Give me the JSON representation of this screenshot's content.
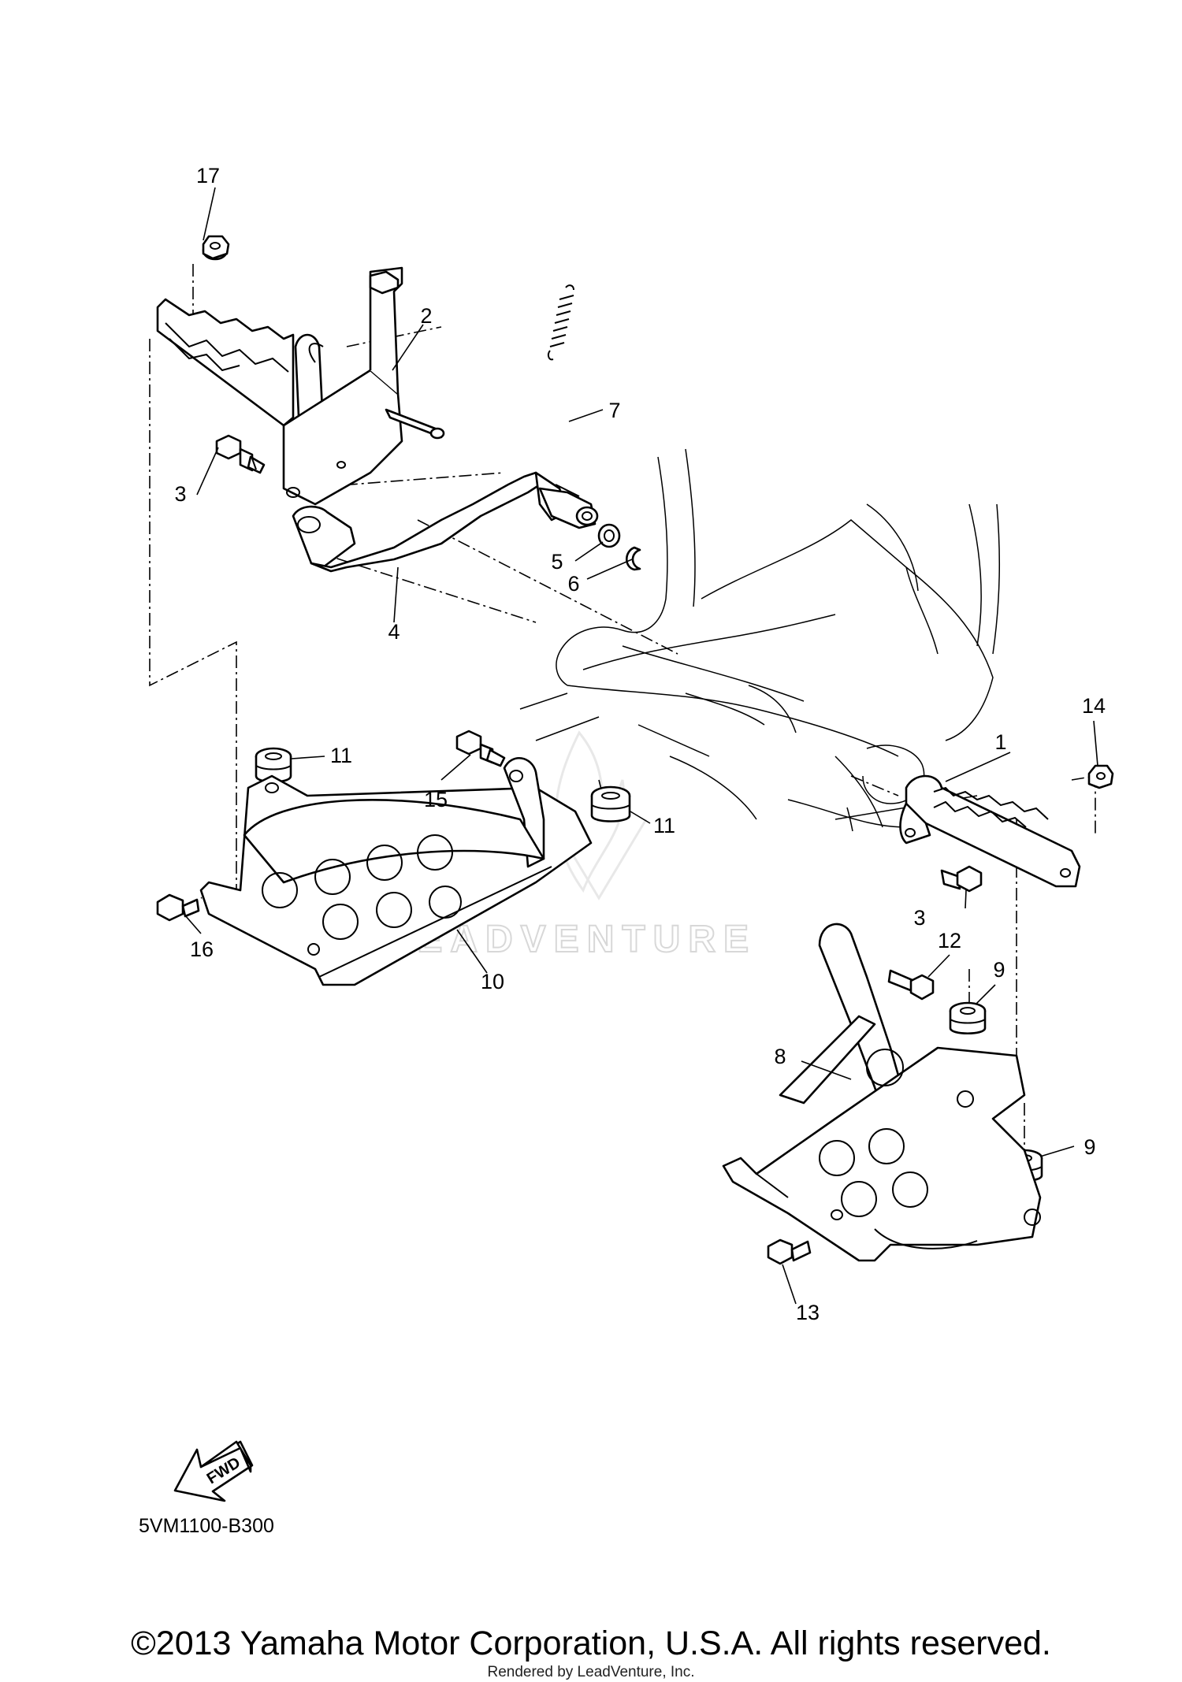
{
  "callouts": {
    "c1": "1",
    "c2": "2",
    "c3a": "3",
    "c3b": "3",
    "c4": "4",
    "c5": "5",
    "c6": "6",
    "c7": "7",
    "c8": "8",
    "c9a": "9",
    "c9b": "9",
    "c10": "10",
    "c11a": "11",
    "c11b": "11",
    "c12": "12",
    "c13": "13",
    "c14": "14",
    "c15": "15",
    "c16": "16",
    "c17": "17"
  },
  "fwd_label": "FWD",
  "diagram_code": "5VM1100-B300",
  "watermark": "LEADVENTURE",
  "copyright": "©2013 Yamaha Motor Corporation, U.S.A. All rights reserved.",
  "rendered_by": "Rendered by LeadVenture, Inc.",
  "icons": {
    "forward_arrow": "fwd-arrow-icon",
    "watermark_logo": "leadventure-logo-icon"
  }
}
